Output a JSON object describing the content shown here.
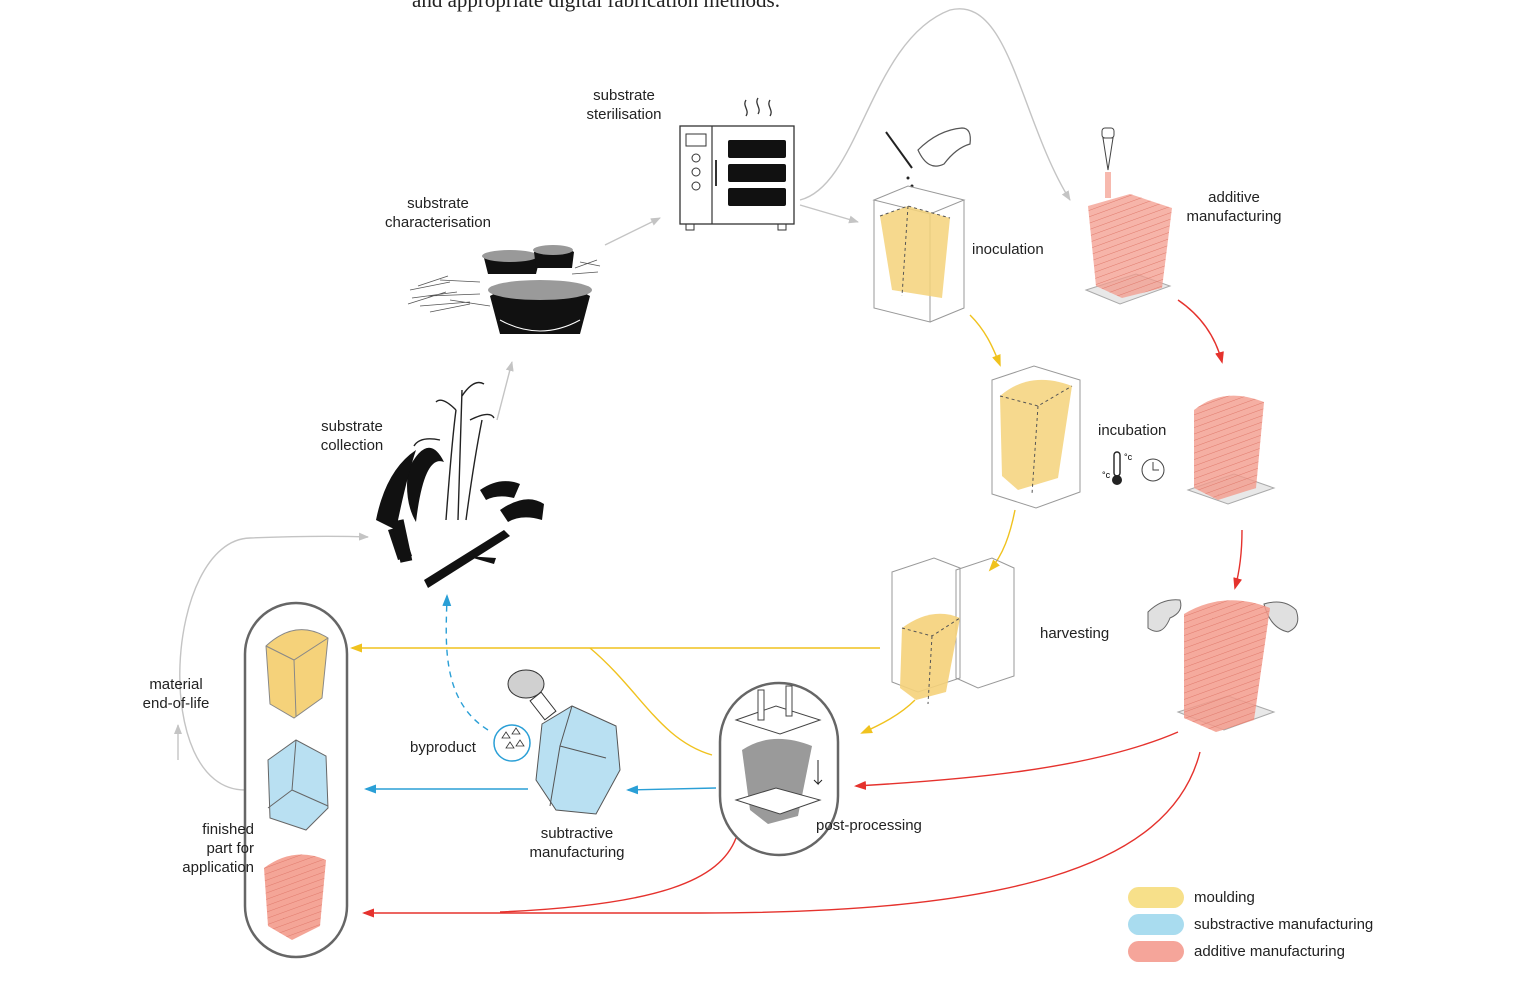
{
  "caption": "and appropriate digital fabrication methods.",
  "steps": {
    "substrate_sterilisation": [
      "substrate",
      "sterilisation"
    ],
    "substrate_characterisation": [
      "substrate",
      "characterisation"
    ],
    "substrate_collection": [
      "substrate",
      "collection"
    ],
    "inoculation": [
      "inoculation"
    ],
    "additive_manufacturing": [
      "additive",
      "manufacturing"
    ],
    "incubation": [
      "incubation"
    ],
    "harvesting": [
      "harvesting"
    ],
    "post_processing": [
      "post-processing"
    ],
    "subtractive_manufacturing": [
      "subtractive",
      "manufacturing"
    ],
    "byproduct": [
      "byproduct"
    ],
    "material_end_of_life": [
      "material",
      "end-of-life"
    ],
    "finished_part": [
      "finished",
      "part for",
      "application"
    ]
  },
  "legend": [
    {
      "label": "moulding",
      "color": "#f7e08a"
    },
    {
      "label": "substractive manufacturing",
      "color": "#a9dcef"
    },
    {
      "label": "additive manufacturing",
      "color": "#f5a59a"
    }
  ],
  "colors": {
    "moulding": "#f5d27a",
    "moulding_arrow": "#f0c21e",
    "subtractive": "#b9e0f2",
    "subtractive_arrow": "#2a9fd6",
    "additive": "#f39b8c",
    "additive_arrow": "#e5322d",
    "neutral_arrow": "#c4c4c4"
  },
  "icons": [
    "combi-oven-icon",
    "grain-sacks-icon",
    "sugarcane-plant-icon",
    "gloved-hand-icon",
    "extruder-nozzle-icon",
    "thermometer-icon",
    "clock-icon",
    "hands-icon",
    "milling-tool-icon",
    "press-icon",
    "mould-icon"
  ]
}
